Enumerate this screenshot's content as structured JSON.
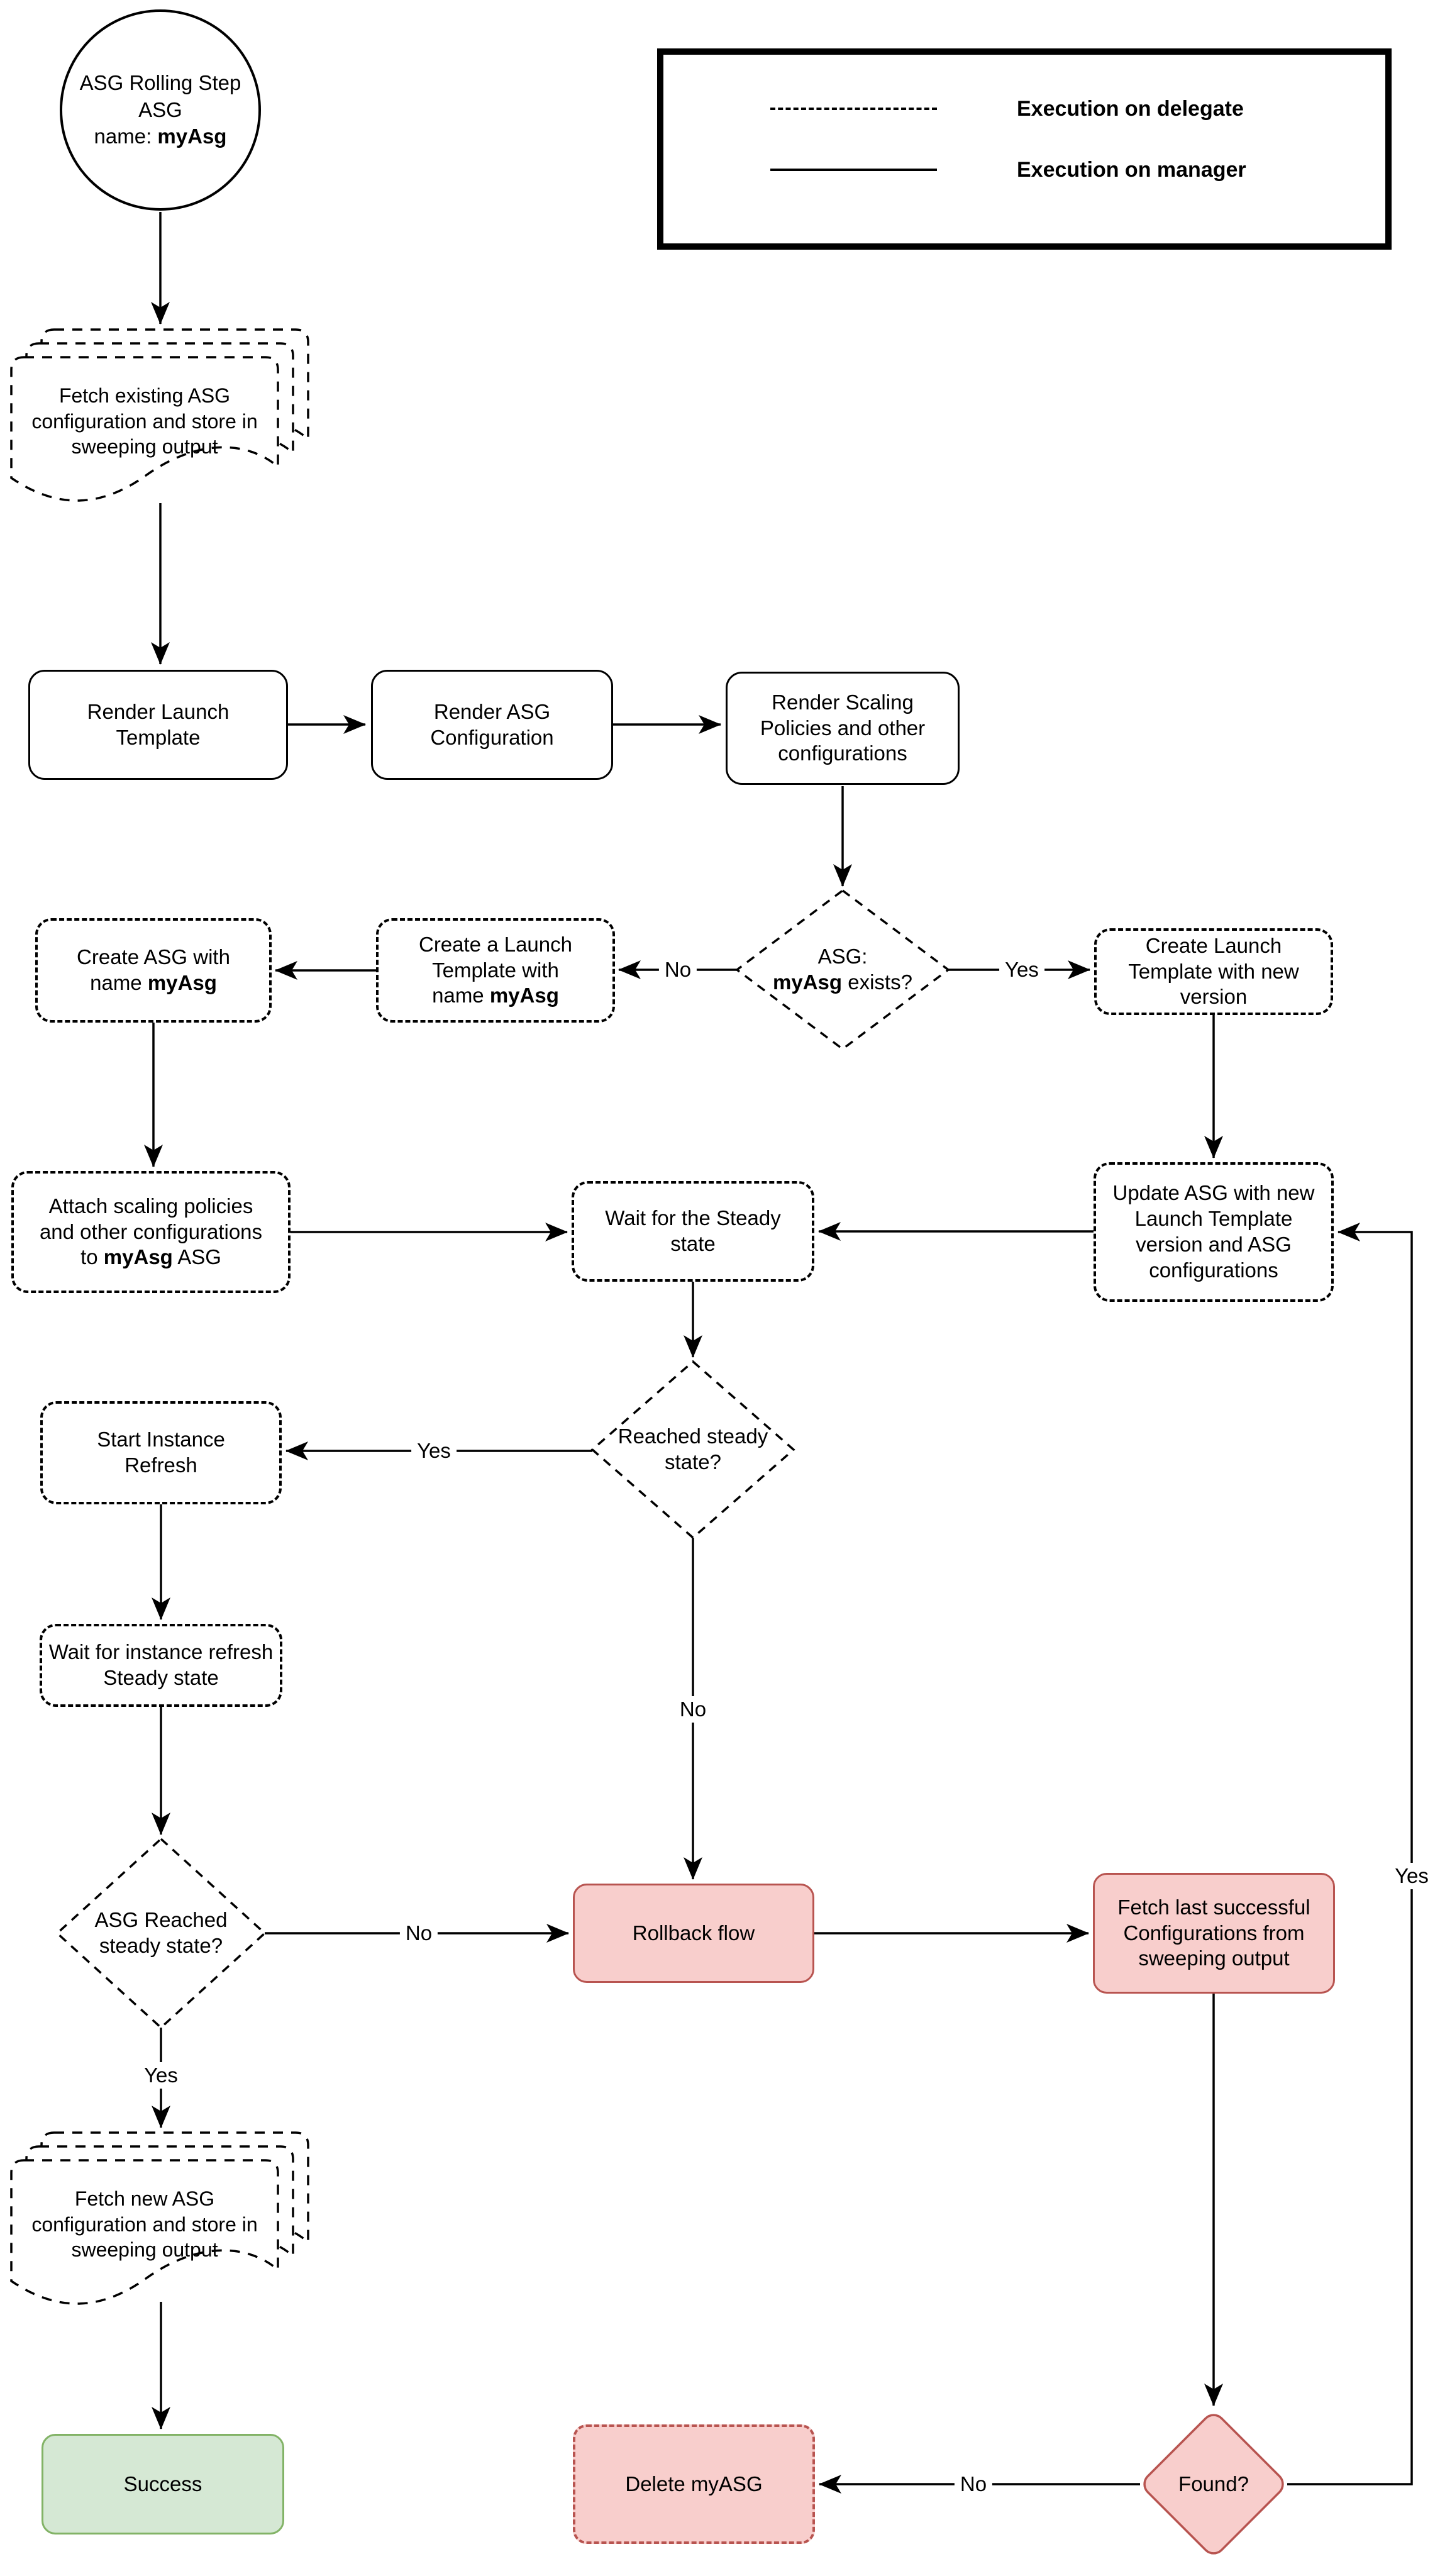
{
  "legend": {
    "items": [
      {
        "style": "dashed",
        "label": "Execution on delegate"
      },
      {
        "style": "solid",
        "label": "Execution on manager"
      }
    ]
  },
  "nodes": {
    "start": {
      "line1": "ASG Rolling Step",
      "line2": "ASG",
      "name_prefix": "name: ",
      "name_bold": "myAsg"
    },
    "fetch_existing": {
      "text": "Fetch existing ASG configuration and store in sweeping output"
    },
    "render_launch_template": {
      "text": "Render Launch Template"
    },
    "render_asg_configuration": {
      "text": "Render ASG Configuration"
    },
    "render_scaling_policies": {
      "text": "Render Scaling Policies and other configurations"
    },
    "asg_exists": {
      "line1": "ASG:",
      "line2_bold": "myAsg",
      "line2_suffix": " exists?"
    },
    "create_launch_template_named": {
      "line1": "Create a Launch",
      "line2": "Template with",
      "line3_prefix": "name ",
      "line3_bold": "myAsg"
    },
    "create_asg": {
      "line1": "Create ASG with",
      "line2_prefix": "name ",
      "line2_bold": "myAsg"
    },
    "create_launch_template_new_version": {
      "text": "Create Launch Template with new version"
    },
    "attach_scaling": {
      "line1": "Attach scaling policies",
      "line2": "and other configurations",
      "line3_prefix": "to ",
      "line3_bold": "myAsg",
      "line3_suffix": " ASG"
    },
    "wait_steady": {
      "text": "Wait for the Steady state"
    },
    "update_asg": {
      "text": "Update ASG with new Launch Template version and ASG configurations"
    },
    "reached_steady": {
      "text": "Reached steady state?"
    },
    "start_instance_refresh": {
      "text": "Start Instance Refresh"
    },
    "wait_instance_refresh": {
      "text": "Wait for instance refresh Steady state"
    },
    "asg_reached_steady": {
      "text": "ASG Reached steady state?"
    },
    "rollback": {
      "text": "Rollback flow"
    },
    "fetch_last": {
      "text": "Fetch last successful Configurations from sweeping output"
    },
    "fetch_new": {
      "text": "Fetch new ASG configuration and store in sweeping output"
    },
    "success": {
      "text": "Success"
    },
    "delete_asg": {
      "text": "Delete myASG"
    },
    "found": {
      "text": "Found?"
    }
  },
  "edge_labels": {
    "asg_exists_no": "No",
    "asg_exists_yes": "Yes",
    "reached_yes": "Yes",
    "reached_no": "No",
    "asg_reached_no": "No",
    "asg_reached_yes": "Yes",
    "found_no": "No",
    "found_yes": "Yes"
  },
  "colors": {
    "line": "#000000",
    "danger_fill": "#F8CECC",
    "danger_border": "#B85450",
    "success_fill": "#D5E8D4",
    "success_border": "#82B366"
  }
}
